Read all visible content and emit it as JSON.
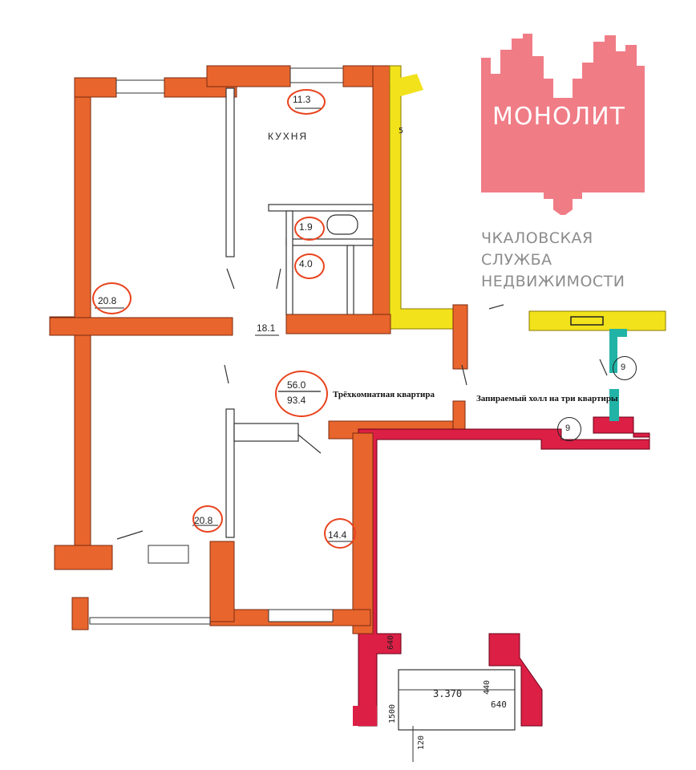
{
  "rooms": {
    "kitchen_label": "КУХНЯ",
    "kitchen_area": "11.3",
    "bathroom_area": "1.9",
    "toilet_area": "4.0",
    "hall_area": "18.1",
    "bedroom_top_area": "20.8",
    "bedroom_bottom_area": "20.8",
    "room_right_area": "14.4"
  },
  "totals": {
    "living_area": "56.0",
    "total_area": "93.4"
  },
  "captions": {
    "apartment": "Трёхкомнатная квартира",
    "hall": "Запираемый холл на три квартиры"
  },
  "markers": {
    "top": "9",
    "bottom": "9"
  },
  "dimensions": {
    "d640_vertical": "640",
    "d3370": "3.370",
    "d440": "440",
    "d640_horizontal": "640",
    "d1500": "1500",
    "d120": "120",
    "d5": "5"
  },
  "logo": {
    "brand": "МОНОЛИТ",
    "agency_line1": "ЧКАЛОВСКАЯ",
    "agency_line2": "СЛУЖБА",
    "agency_line3": "НЕДВИЖИМОСТИ"
  },
  "colors": {
    "wall_orange": "#e8652d",
    "wall_red": "#dc1f45",
    "wall_yellow": "#f2e21c",
    "wall_teal": "#22b3a7",
    "logo_pink": "#f07c86"
  }
}
